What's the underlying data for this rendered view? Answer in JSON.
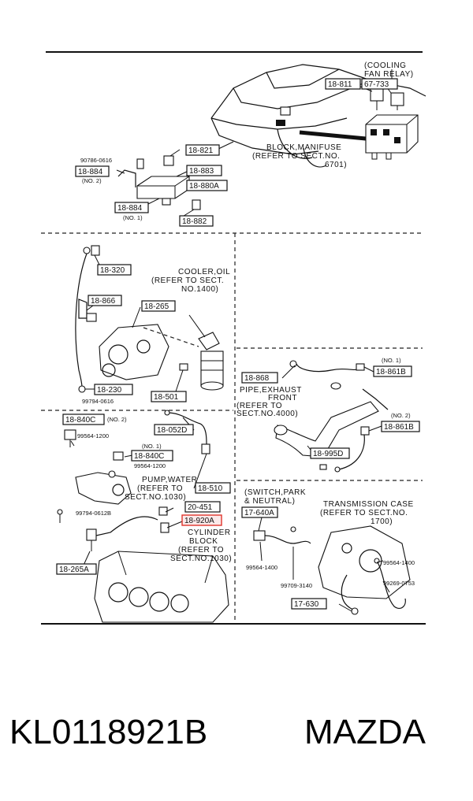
{
  "labels": {
    "b18_811": "18-811",
    "b67_733": "67-733",
    "b18_821": "18-821",
    "b18_884_2": "18-884",
    "b18_883": "18-883",
    "b18_880A": "18-880A",
    "b18_884_1": "18-884",
    "b18_882": "18-882",
    "b18_320": "18-320",
    "b18_866": "18-866",
    "b18_265": "18-265",
    "b18_230": "18-230",
    "b18_501": "18-501",
    "b18_868": "18-868",
    "b18_861B_1": "18-861B",
    "b18_861B_2": "18-861B",
    "b18_995D": "18-995D",
    "b18_840C_1": "18-840C",
    "b18_052D": "18-052D",
    "b18_840C_2": "18-840C",
    "b18_510": "18-510",
    "b20_451": "20-451",
    "b18_920A": "18-920A",
    "b18_265A": "18-265A",
    "b17_640A": "17-640A",
    "b17_630": "17-630"
  },
  "small": {
    "p90786_0616": "90786-0616",
    "no2_a": "(NO. 2)",
    "no1_a": "(NO. 1)",
    "p99794_0616": "99794-0616",
    "no1_b": "(NO. 1)",
    "no2_b": "(NO. 2)",
    "no2_c": "(NO. 2)",
    "p99564_1200_a": "99564-1200",
    "no1_c": "(NO. 1)",
    "p99564_1200_b": "99564-1200",
    "p99794_0612B": "99794-0612B",
    "p99564_1400_a": "99564-1400",
    "p99709_3140": "99709-3140",
    "p99564_1400_b": "99564-1400",
    "p99269_0753": "99269-0753"
  },
  "notes": {
    "cooling_1": "(COOLING",
    "cooling_2": "FAN RELAY)",
    "block_1": "BLOCK,MANIFUSE",
    "block_2": "(REFER TO SECT.NO.",
    "block_3": "6701)",
    "cooler_1": "COOLER,OIL",
    "cooler_2": "(REFER TO SECT.",
    "cooler_3": "NO.1400)",
    "pipe_1": "PIPE,EXHAUST",
    "pipe_2": "FRONT",
    "pipe_3": "(REFER TO",
    "pipe_4": "SECT.NO.4000)",
    "pump_1": "PUMP,WATER",
    "pump_2": "(REFER TO",
    "pump_3": "SECT.NO.1030)",
    "cyl_1": "CYLINDER",
    "cyl_2": "BLOCK",
    "cyl_3": "(REFER TO",
    "cyl_4": "SECT.NO.1030)",
    "switch_1": "(SWITCH,PARK",
    "switch_2": "& NEUTRAL)",
    "trans_1": "TRANSMISSION CASE",
    "trans_2": "(REFER TO SECT.NO.",
    "trans_3": "1700)"
  },
  "footer": {
    "part_number": "KL0118921B",
    "brand": "MAZDA"
  },
  "colors": {
    "line": "#111111",
    "highlight": "#e0342c"
  }
}
